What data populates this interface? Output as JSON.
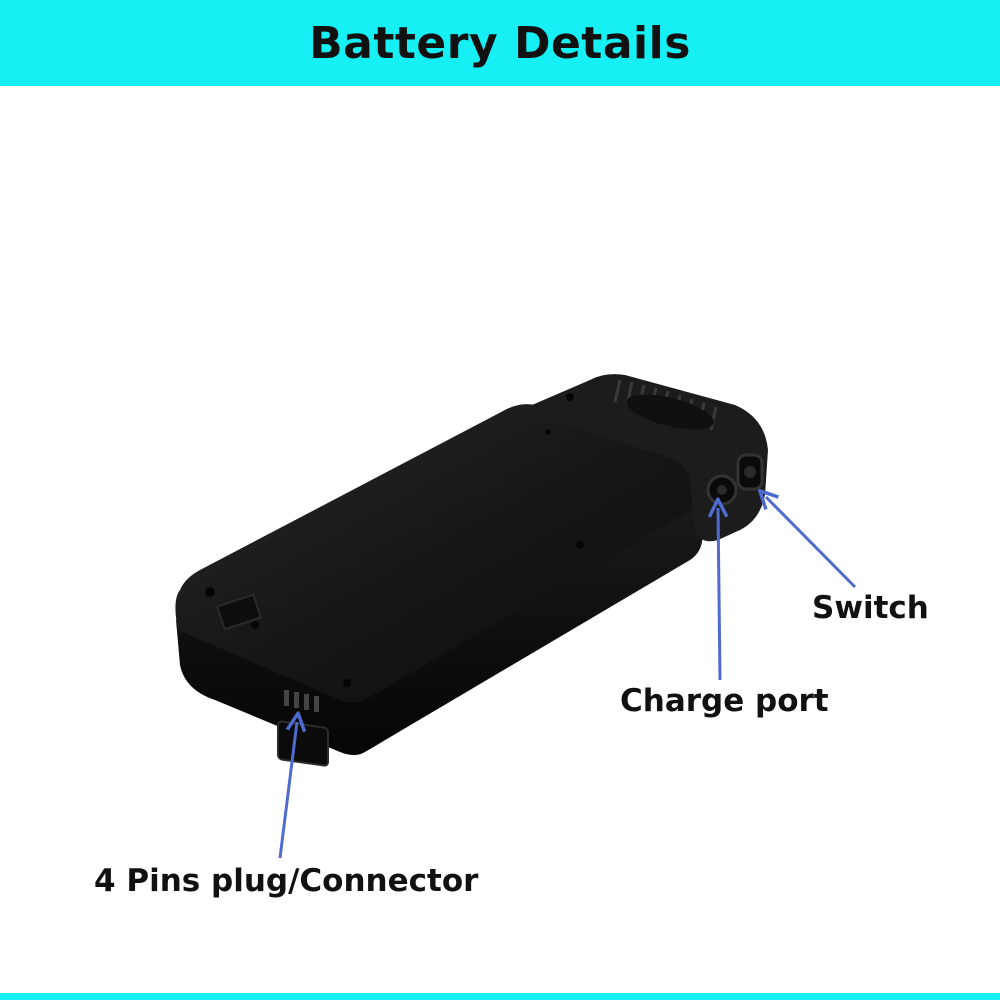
{
  "title": "Battery Details",
  "colors": {
    "banner": "#16f0f5",
    "arrow": "#4f6bd0",
    "battery_body": "#141414",
    "battery_side": "#0a0a0a"
  },
  "callouts": {
    "switch": "Switch",
    "charge_port": "Charge port",
    "pins_connector": "4 Pins plug/Connector"
  }
}
